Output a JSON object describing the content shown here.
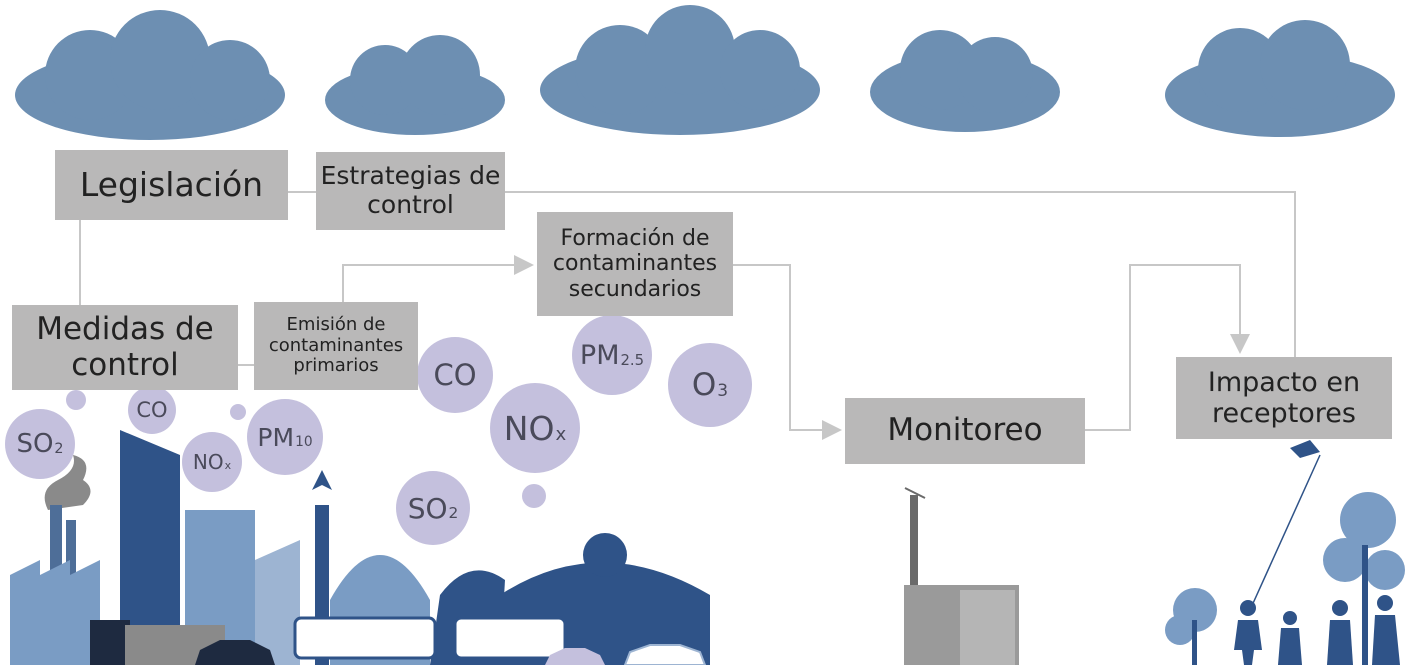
{
  "boxes": {
    "legislacion": {
      "label": "Legislación"
    },
    "estrategias": {
      "line1": "Estrategias de",
      "line2": "control"
    },
    "formacion": {
      "line1": "Formación de",
      "line2": "contaminantes",
      "line3": "secundarios"
    },
    "medidas": {
      "line1": "Medidas de",
      "line2": "control"
    },
    "emision": {
      "line1": "Emisión de",
      "line2": "contaminantes",
      "line3": "primarios"
    },
    "monitoreo": {
      "label": "Monitoreo"
    },
    "impacto": {
      "line1": "Impacto en",
      "line2": "receptores"
    }
  },
  "pollutants": {
    "so2_left": {
      "main": "SO",
      "sub": "2"
    },
    "co_small": {
      "main": "CO",
      "sub": ""
    },
    "nox_small": {
      "main": "NO",
      "sub": "x"
    },
    "pm10": {
      "main": "PM",
      "sub": "10"
    },
    "co_mid": {
      "main": "CO",
      "sub": ""
    },
    "pm25": {
      "main": "PM",
      "sub": "2.5"
    },
    "o3": {
      "main": "O",
      "sub": "3"
    },
    "nox_big": {
      "main": "NO",
      "sub": "x"
    },
    "so2_mid": {
      "main": "SO",
      "sub": "2"
    }
  },
  "colors": {
    "cloud": "#6d8fb2",
    "box": "#b9b8b8",
    "connector": "#c7c7c7",
    "bubble": "#c4c0dd",
    "city_dark": "#2f5388",
    "city_light": "#7a9cc4"
  }
}
